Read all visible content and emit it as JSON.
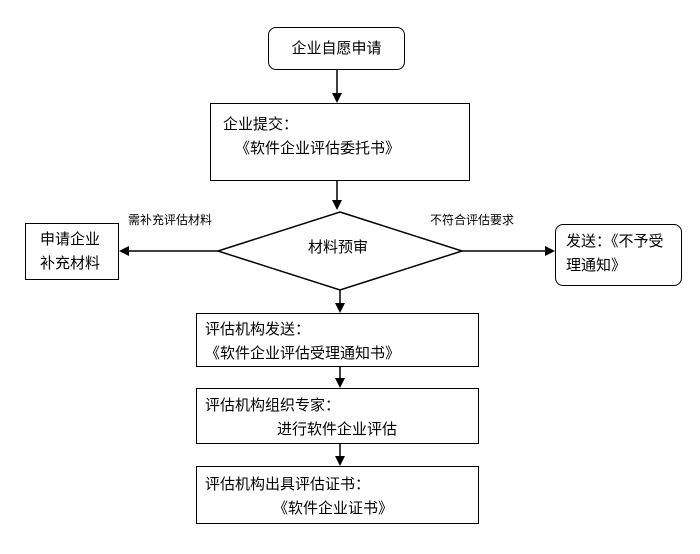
{
  "nodes": {
    "start": {
      "text": "企业自愿申请"
    },
    "submit": {
      "line1": "企业提交：",
      "line2": "《软件企业评估委托书》"
    },
    "review": {
      "text": "材料预审"
    },
    "supplement": {
      "line1": "申请企业",
      "line2": "补充材料"
    },
    "reject": {
      "line1": "发送：《不予受",
      "line2": "理通知》"
    },
    "accept_notice": {
      "line1": "评估机构发送：",
      "line2": "《软件企业评估受理通知书》"
    },
    "experts": {
      "line1": "评估机构组织专家：",
      "line2": "进行软件企业评估"
    },
    "certificate": {
      "line1": "评估机构出具评估证书：",
      "line2": "《软件企业证书》"
    }
  },
  "edge_labels": {
    "left": "需补充评估材料",
    "right": "不符合评估要求"
  }
}
